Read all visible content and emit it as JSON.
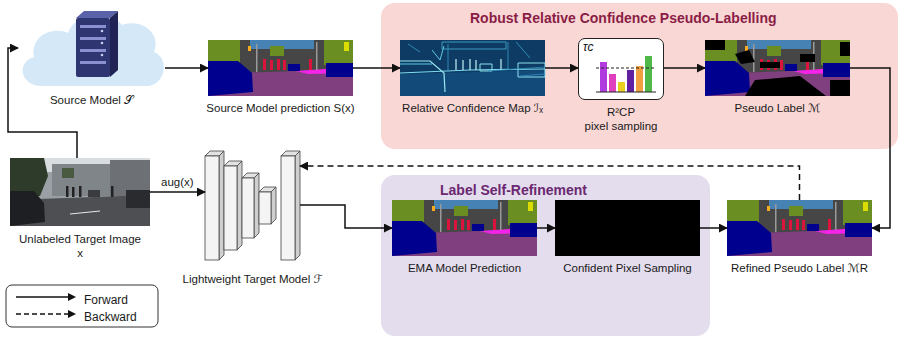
{
  "diagram": {
    "nodes": [
      {
        "text": [
          "Source Model 𝒮"
        ]
      },
      {
        "text": [
          "Source Model prediction S(x)"
        ]
      },
      {
        "text": [
          "Robust Relative Confidence Pseudo-Labelling"
        ]
      },
      {
        "text": [
          "Relative Confidence Map ℐₓ"
        ],
        "in": 2
      },
      {
        "text": [
          "τc",
          "R²CP",
          "pixel sampling"
        ],
        "in": 2
      },
      {
        "text": [
          "Pseudo Label ℳ"
        ],
        "in": 2
      },
      {
        "text": [
          "Unlabeled Target Image",
          "x"
        ]
      },
      {
        "text": [
          "Lightweight Target Model ℱ"
        ]
      },
      {
        "text": [
          "Label Self-Refinement"
        ]
      },
      {
        "text": [
          "EMA Model Prediction"
        ],
        "in": 8
      },
      {
        "text": [
          "Confident Pixel Sampling"
        ],
        "in": 8
      },
      {
        "text": [
          "Refined Pseudo Label ℳR"
        ]
      }
    ],
    "edges": [
      {
        "from": 6,
        "to": 0,
        "arrow": "to"
      },
      {
        "from": 0,
        "to": 1,
        "arrow": "to"
      },
      {
        "from": 1,
        "to": 3,
        "arrow": "to"
      },
      {
        "from": 3,
        "to": 4,
        "arrow": "to"
      },
      {
        "from": 4,
        "to": 5,
        "arrow": "to"
      },
      {
        "from": 5,
        "to": 11,
        "arrow": "to"
      },
      {
        "from": 6,
        "to": 7,
        "label": "aug(x)",
        "arrow": "to"
      },
      {
        "from": 7,
        "to": 9,
        "arrow": "to"
      },
      {
        "from": 9,
        "to": 10,
        "arrow": "to"
      },
      {
        "from": 10,
        "to": 11,
        "arrow": "to"
      },
      {
        "from": 11,
        "to": 7,
        "arrow": "to"
      }
    ],
    "legend": [
      {
        "text": "Forward"
      },
      {
        "text": "Backward"
      }
    ]
  }
}
